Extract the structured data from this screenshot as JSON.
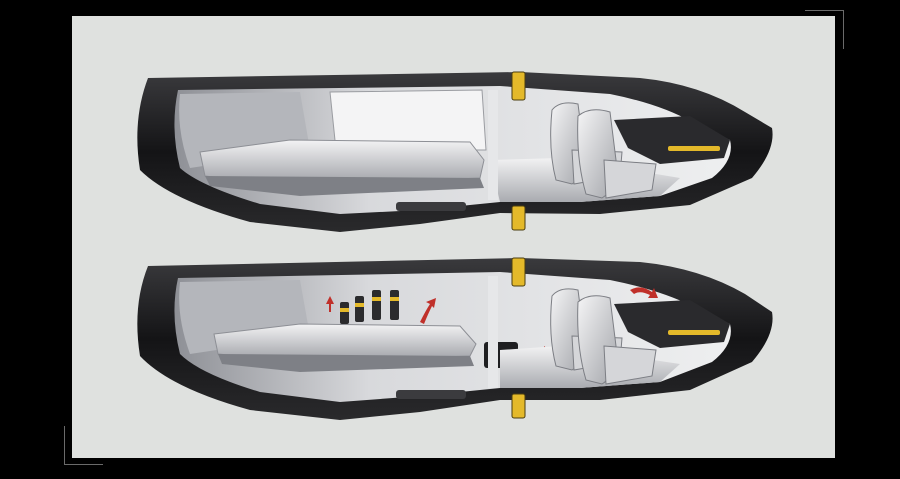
{
  "image": {
    "subject": "vehicle-interior-sketch",
    "views": [
      {
        "id": "top",
        "configuration": "bed-extended"
      },
      {
        "id": "bottom",
        "configuration": "storage-mode"
      }
    ]
  },
  "colors": {
    "background": "#000000",
    "panel": "#dfe1df",
    "shell": "#1b1b1d",
    "interior": "#c9cacd",
    "accent_yellow": "#e4b92a",
    "accent_red": "#c0302a"
  }
}
